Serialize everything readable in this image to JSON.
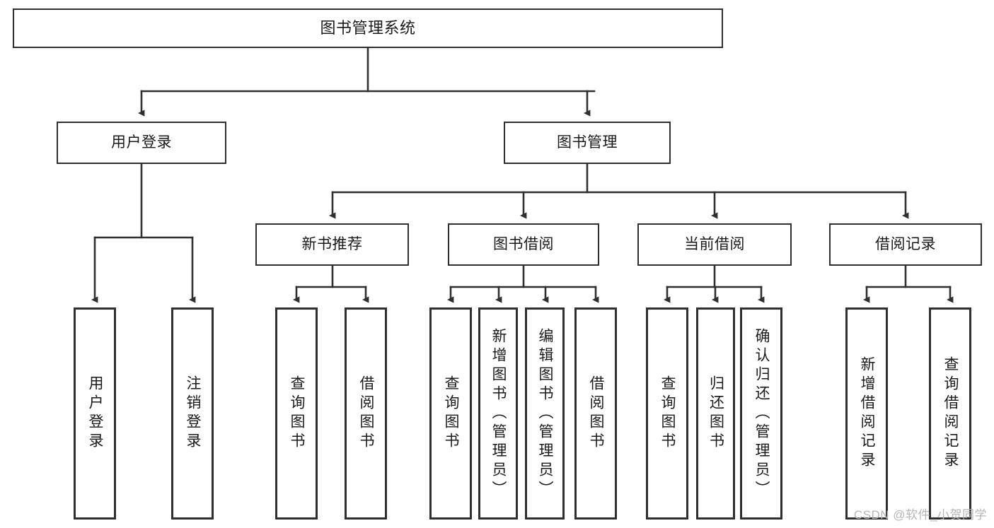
{
  "diagram": {
    "title": "图书管理系统",
    "type": "tree",
    "watermark": "CSDN @软件_小贺同学",
    "colors": {
      "stroke": "#2f2f2f",
      "fill": "#ffffff",
      "text": "#1a1a1a",
      "watermark": "#b6b6b6"
    }
  },
  "nodes": {
    "root": {
      "label": "图书管理系统"
    },
    "level2": [
      {
        "id": "user-login",
        "label": "用户登录"
      },
      {
        "id": "book-manage",
        "label": "图书管理"
      }
    ],
    "level3": [
      {
        "id": "new-book-rec",
        "label": "新书推荐"
      },
      {
        "id": "book-borrow",
        "label": "图书借阅"
      },
      {
        "id": "current-borrow",
        "label": "当前借阅"
      },
      {
        "id": "borrow-record",
        "label": "借阅记录"
      }
    ],
    "leaves": {
      "user-login": [
        {
          "id": "leaf-user-login",
          "label": "用户登录"
        },
        {
          "id": "leaf-logout",
          "label": "注销登录"
        }
      ],
      "new-book-rec": [
        {
          "id": "leaf-query-book-1",
          "label": "查询图书"
        },
        {
          "id": "leaf-borrow-book-1",
          "label": "借阅图书"
        }
      ],
      "book-borrow": [
        {
          "id": "leaf-query-book-2",
          "label": "查询图书"
        },
        {
          "id": "leaf-add-book",
          "label": "新增图书（管理员）"
        },
        {
          "id": "leaf-edit-book",
          "label": "编辑图书（管理员）"
        },
        {
          "id": "leaf-borrow-book-2",
          "label": "借阅图书"
        }
      ],
      "current-borrow": [
        {
          "id": "leaf-query-book-3",
          "label": "查询图书"
        },
        {
          "id": "leaf-return-book",
          "label": "归还图书"
        },
        {
          "id": "leaf-confirm-return",
          "label": "确认归还（管理员）"
        }
      ],
      "borrow-record": [
        {
          "id": "leaf-add-record",
          "label": "新增借阅记录"
        },
        {
          "id": "leaf-query-record",
          "label": "查询借阅记录"
        }
      ]
    }
  }
}
